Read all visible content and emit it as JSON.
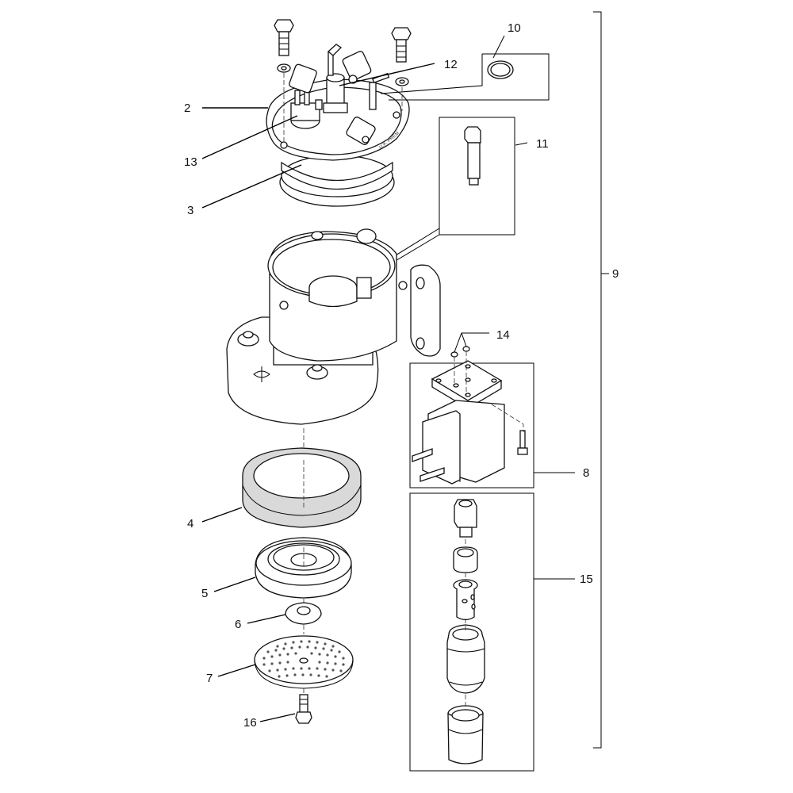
{
  "diagram": {
    "type": "exploded-parts-diagram",
    "subject": "brew group / solenoid valve assembly",
    "labels": [
      {
        "id": "2",
        "text": "2"
      },
      {
        "id": "3",
        "text": "3"
      },
      {
        "id": "4",
        "text": "4"
      },
      {
        "id": "5",
        "text": "5"
      },
      {
        "id": "6",
        "text": "6"
      },
      {
        "id": "7",
        "text": "7"
      },
      {
        "id": "8",
        "text": "8"
      },
      {
        "id": "9",
        "text": "9"
      },
      {
        "id": "10",
        "text": "10"
      },
      {
        "id": "11",
        "text": "11"
      },
      {
        "id": "12",
        "text": "12"
      },
      {
        "id": "13",
        "text": "13"
      },
      {
        "id": "14",
        "text": "14"
      },
      {
        "id": "15",
        "text": "15"
      },
      {
        "id": "16",
        "text": "16"
      }
    ],
    "colors": {
      "line": "#000000",
      "background": "#ffffff",
      "gasket_fill": "#d9d9d9"
    }
  }
}
